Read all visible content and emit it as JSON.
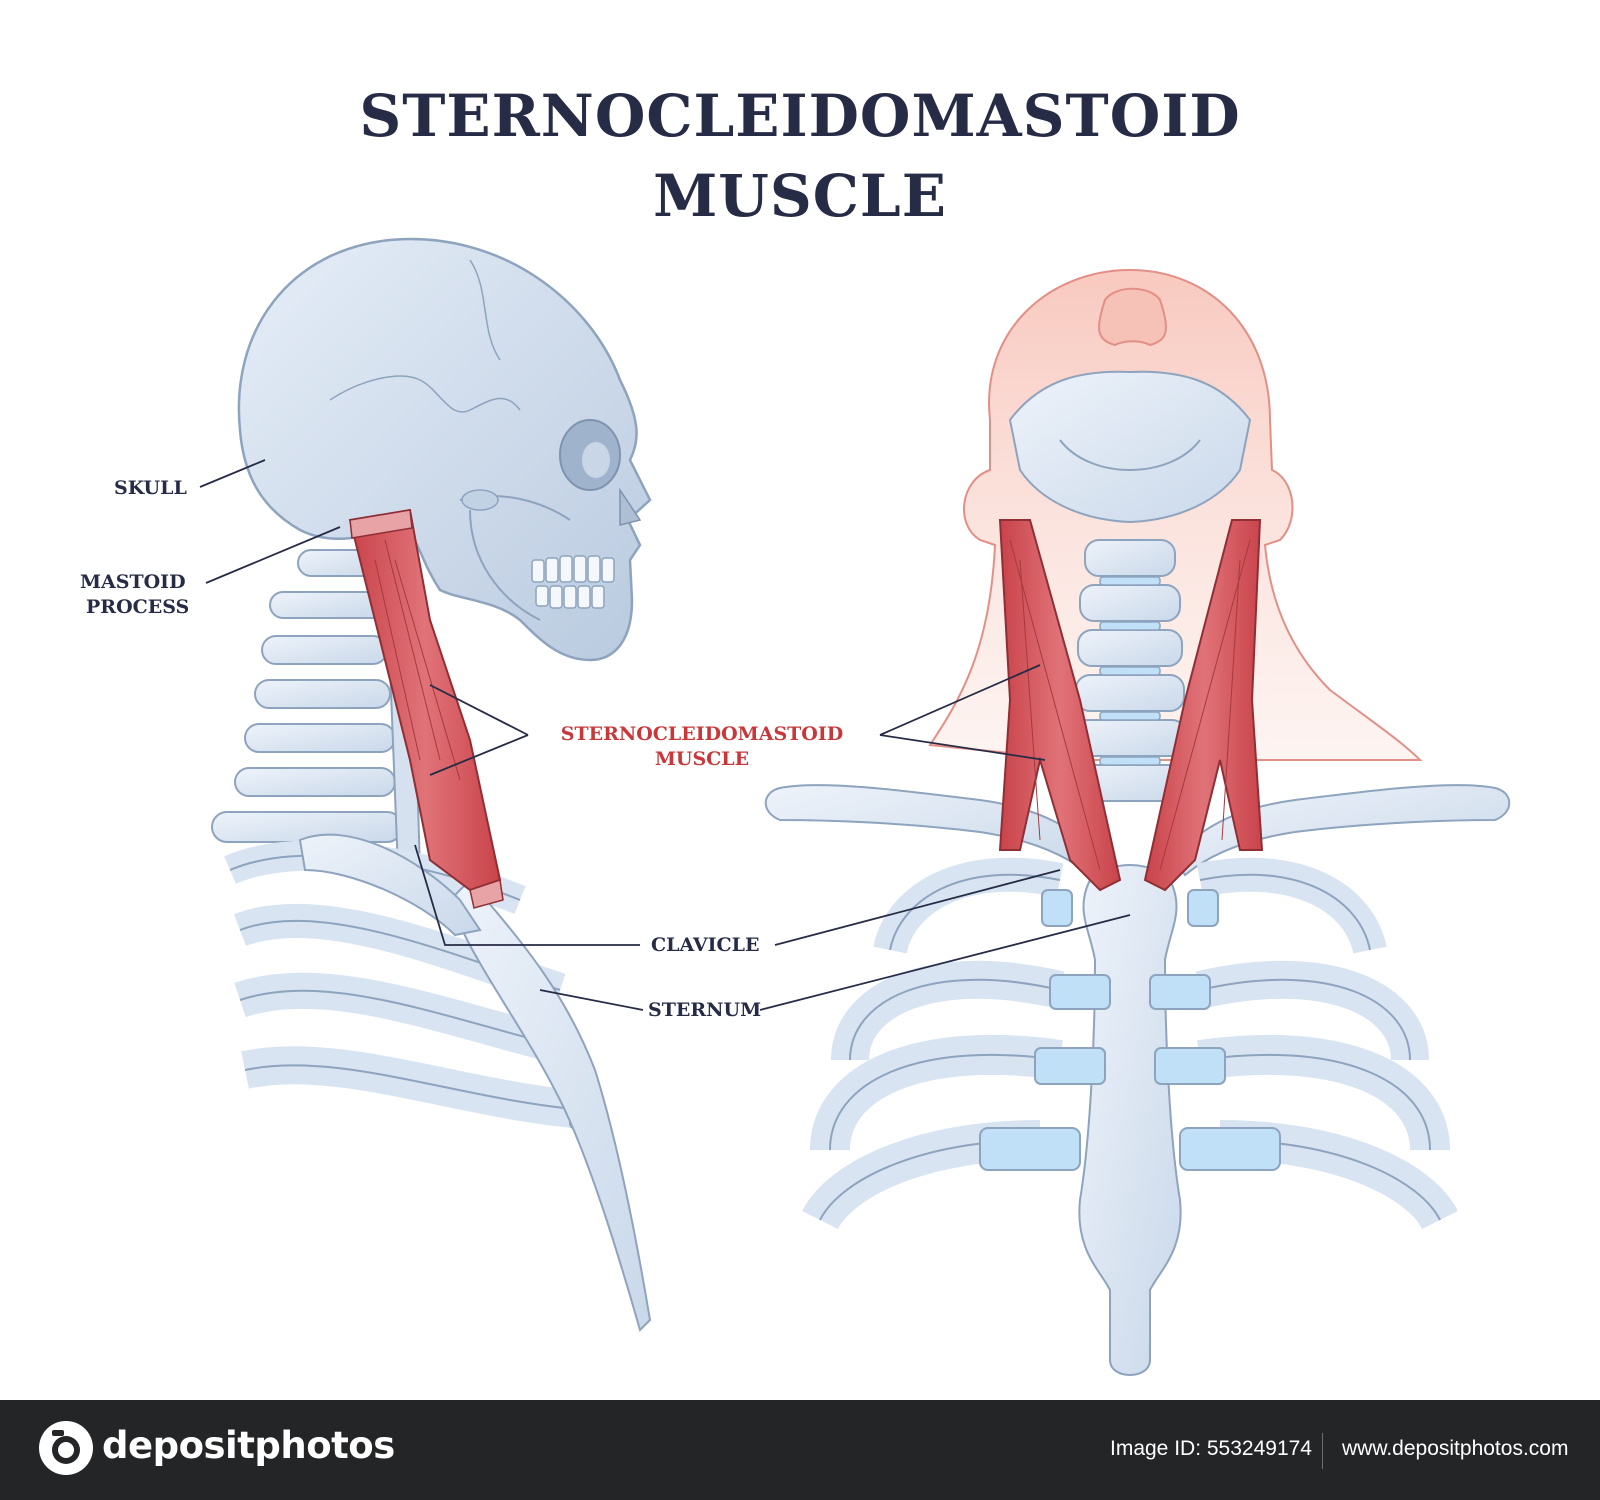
{
  "title": {
    "line1": "STERNOCLEIDOMASTOID",
    "line2": "MUSCLE"
  },
  "labels": {
    "skull": "SKULL",
    "mastoid_line1": "MASTOID",
    "mastoid_line2": "PROCESS",
    "scm_line1": "STERNOCLEIDOMASTOID",
    "scm_line2": "MUSCLE",
    "clavicle": "CLAVICLE",
    "sternum": "STERNUM"
  },
  "footer": {
    "brand": "depositphotos",
    "image_id": "Image ID: 553249174",
    "url": "www.depositphotos.com"
  },
  "colors": {
    "bone": "#dde8f4",
    "bone_outline": "#8ea3bd",
    "cartilage": "#bfe0f6",
    "muscle": "#d9535a",
    "skin": "#f3b7ab",
    "text": "#262b46",
    "accent_text": "#c8383a"
  }
}
